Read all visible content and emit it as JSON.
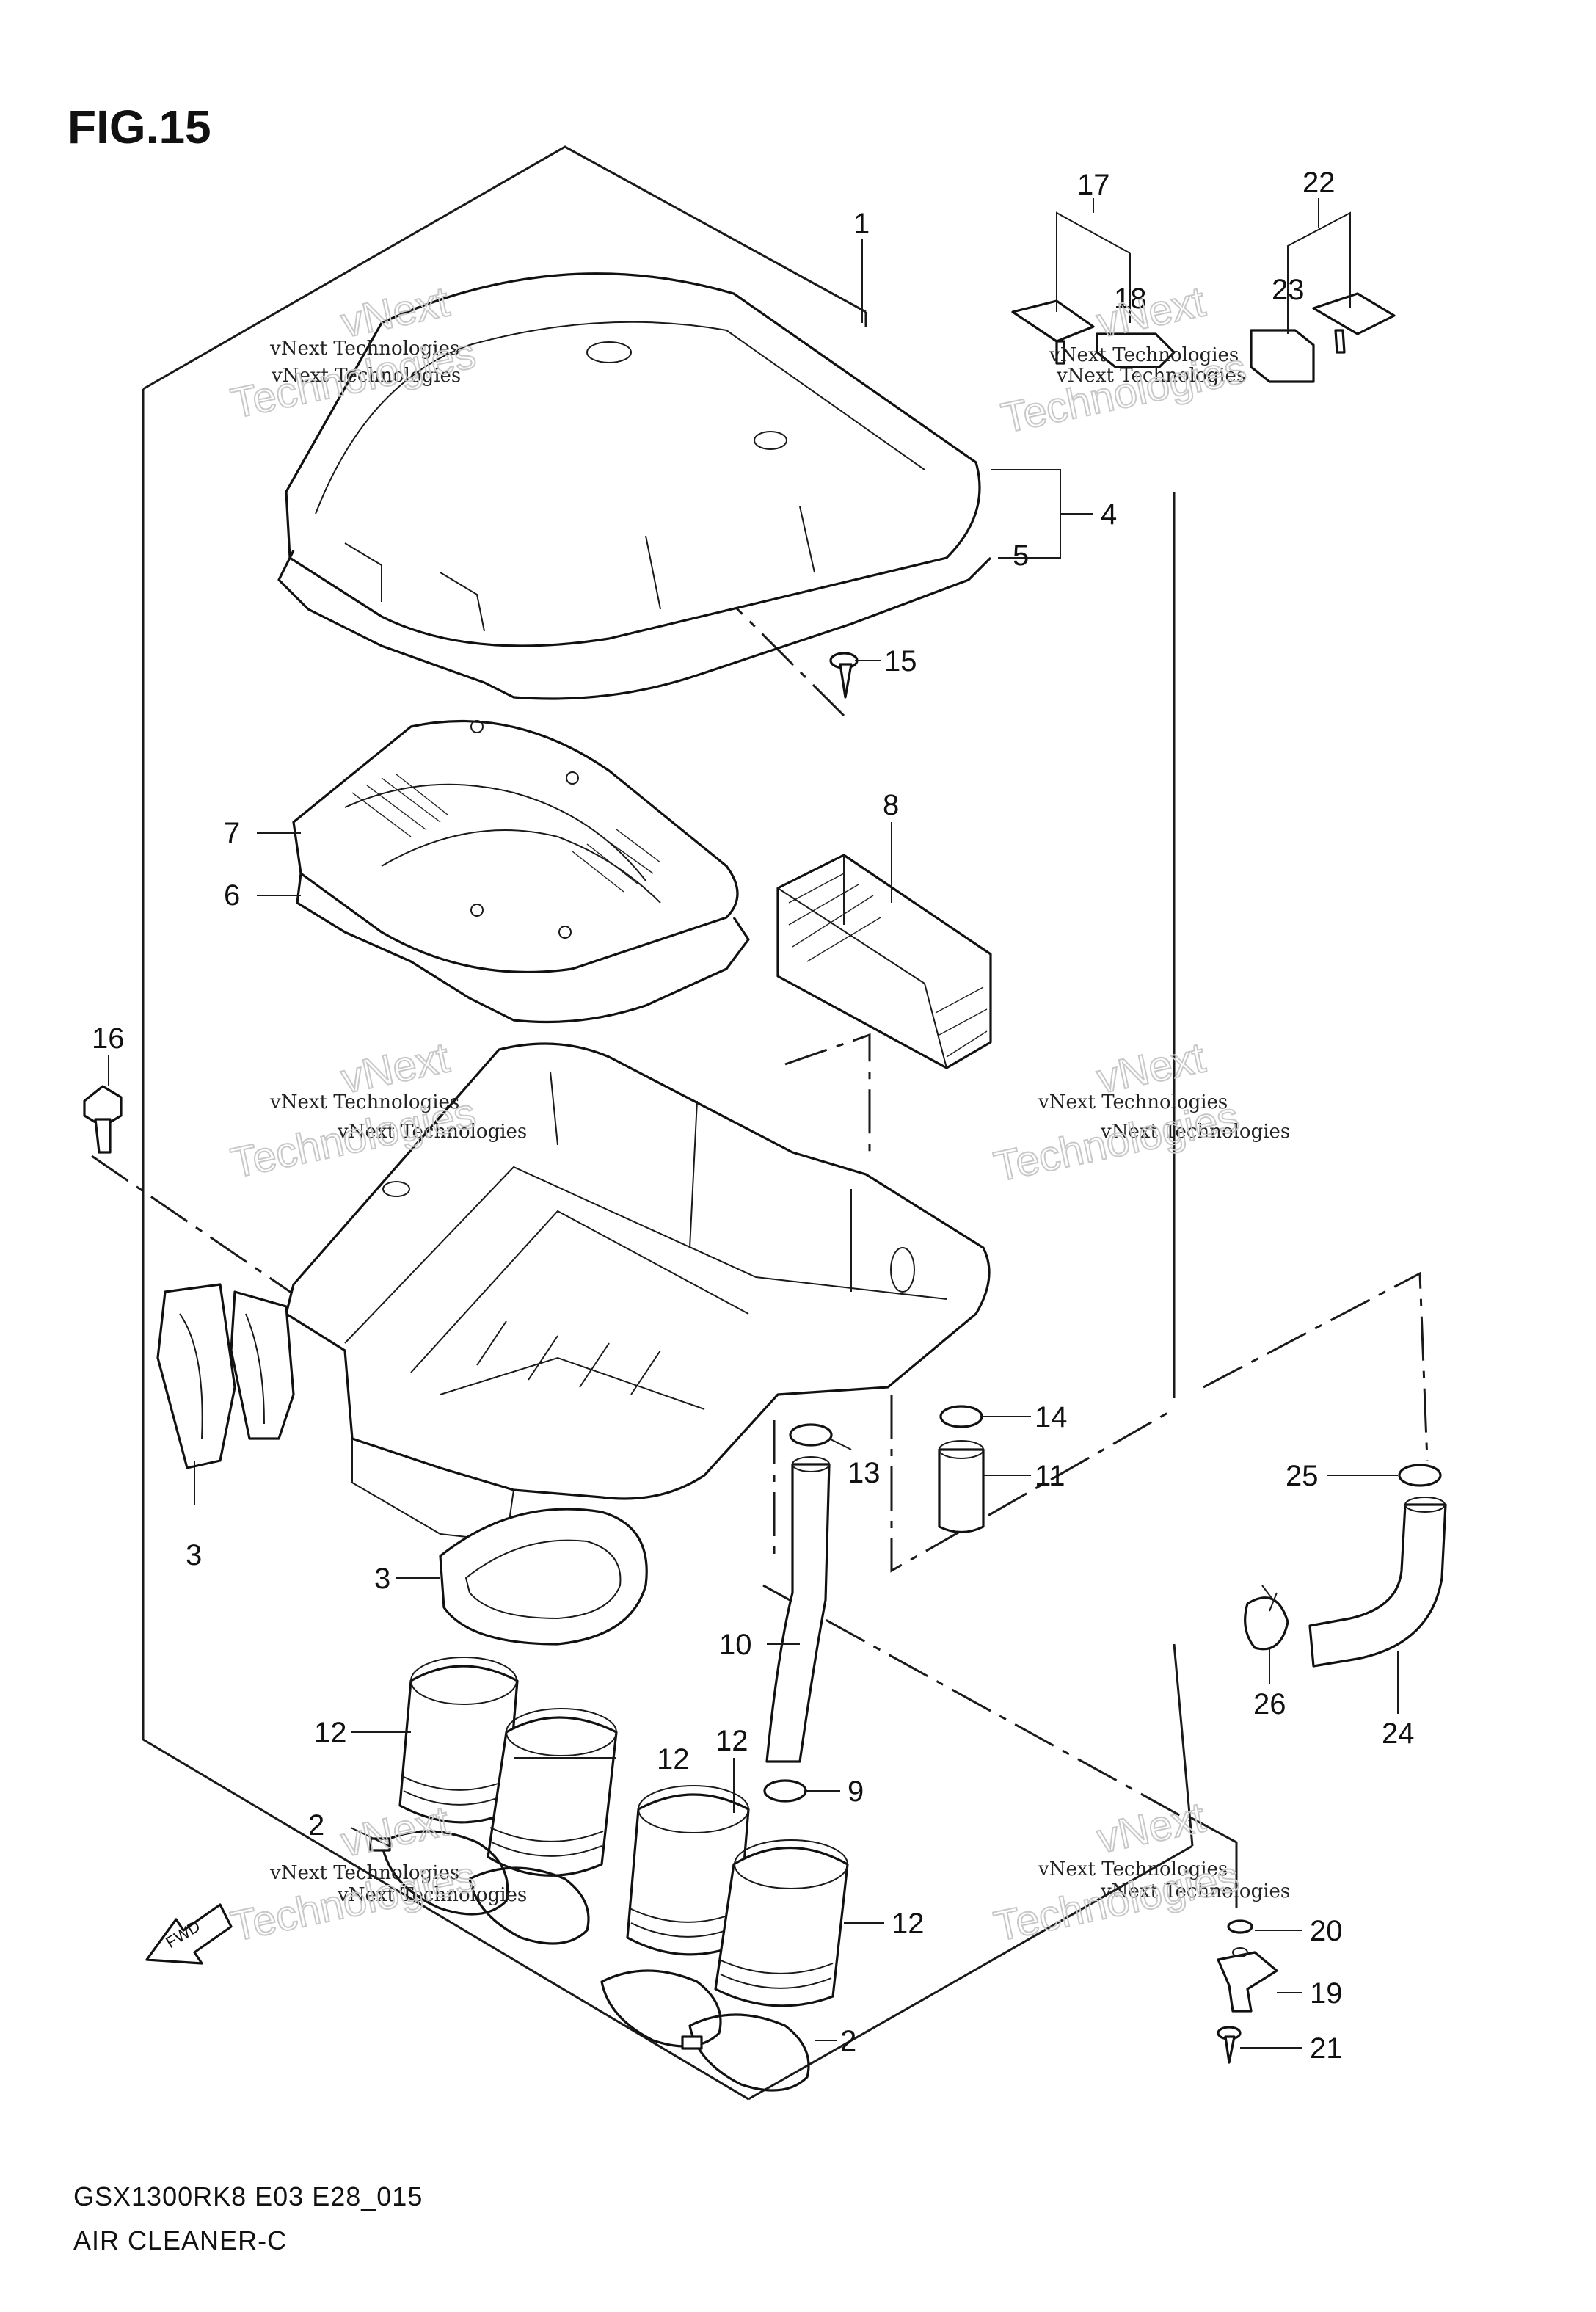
{
  "figure": {
    "title": "FIG.15",
    "code": "GSX1300RK8 E03 E28_015",
    "name": "AIR CLEANER-C"
  },
  "watermark": {
    "line1": "vNext Technologies",
    "line2": "vNext",
    "line3": "Technologies"
  },
  "fwd_label": "FWD",
  "callouts": {
    "c1": "1",
    "c2a": "2",
    "c2b": "2",
    "c3a": "3",
    "c3b": "3",
    "c4": "4",
    "c5": "5",
    "c6": "6",
    "c7": "7",
    "c8": "8",
    "c9": "9",
    "c10": "10",
    "c11": "11",
    "c12a": "12",
    "c12b": "12",
    "c12c": "12",
    "c12d": "12",
    "c13": "13",
    "c14": "14",
    "c15": "15",
    "c16": "16",
    "c17": "17",
    "c18": "18",
    "c19": "19",
    "c20": "20",
    "c21": "21",
    "c22": "22",
    "c23": "23",
    "c24": "24",
    "c25": "25",
    "c26": "26"
  },
  "colors": {
    "ink": "#111111",
    "watermark": "#c8c8c8",
    "paper": "#ffffff"
  }
}
